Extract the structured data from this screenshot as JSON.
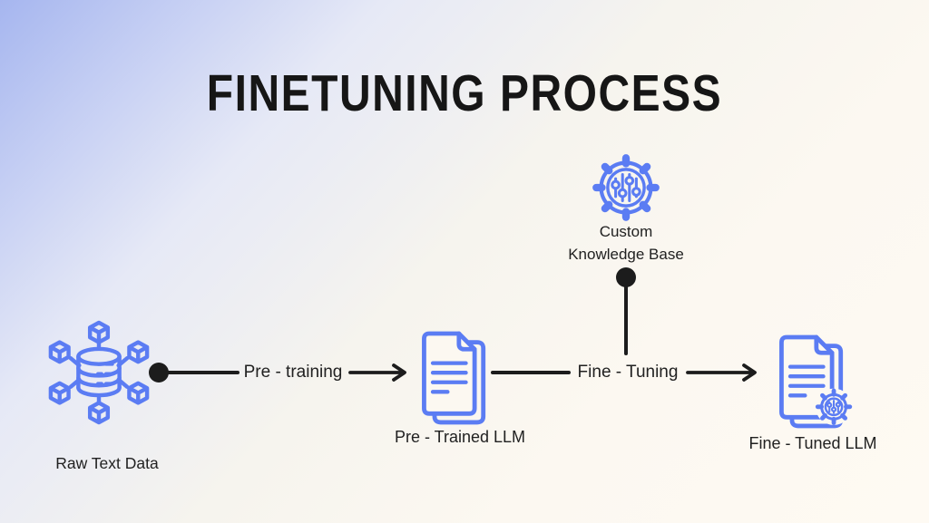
{
  "title": "FINETUNING PROCESS",
  "colors": {
    "accent_blue": "#5b7cf3",
    "line_black": "#1c1c1c",
    "background_top_left": "#a6b6ef",
    "background_cream": "#fdf9f2"
  },
  "nodes": {
    "raw_text_data": {
      "label": "Raw Text Data",
      "icon": "database-network-icon"
    },
    "pre_trained_llm": {
      "label": "Pre - Trained LLM",
      "icon": "documents-icon"
    },
    "custom_knowledge_base": {
      "label_line1": "Custom",
      "label_line2": "Knowledge Base",
      "icon": "gear-sliders-icon"
    },
    "fine_tuned_llm": {
      "label": "Fine - Tuned LLM",
      "icon": "documents-gear-badge-icon"
    }
  },
  "edges": {
    "pre_training": {
      "label": "Pre - training"
    },
    "fine_tuning": {
      "label": "Fine - Tuning"
    }
  }
}
